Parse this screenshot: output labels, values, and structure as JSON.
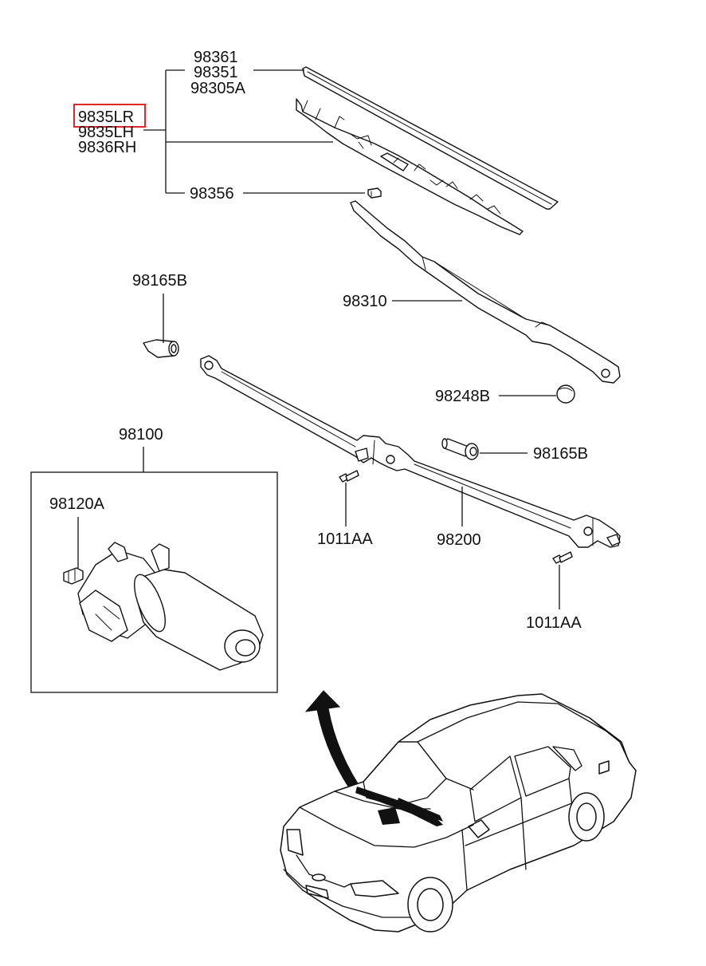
{
  "labels": {
    "p98361": "98361",
    "p98351": "98351",
    "p98305A": "98305A",
    "p9835LR": "9835LR",
    "p9835LH": "9835LH",
    "p9836RH": "9836RH",
    "p98356": "98356",
    "p98165B_top": "98165B",
    "p98310": "98310",
    "p98248B": "98248B",
    "p98100": "98100",
    "p98165B_right": "98165B",
    "p98120A": "98120A",
    "p1011AA_left": "1011AA",
    "p98200": "98200",
    "p1011AA_right": "1011AA"
  },
  "highlight": {
    "label": "9835LR",
    "color": "#e0262b"
  },
  "colors": {
    "ink": "#111111",
    "background": "#ffffff"
  }
}
